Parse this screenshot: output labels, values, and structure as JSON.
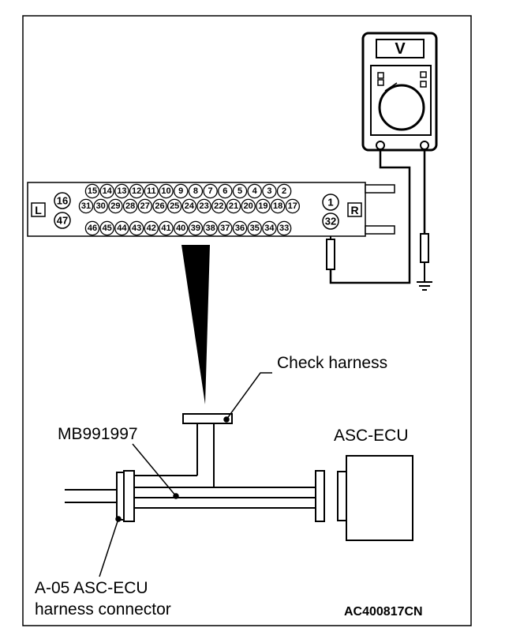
{
  "meter": {
    "display_letter": "V"
  },
  "connector": {
    "left_side_label": "L",
    "right_side_label": "R",
    "left_extra_pins": [
      "16",
      "47"
    ],
    "top_row": [
      "15",
      "14",
      "13",
      "12",
      "11",
      "10",
      "9",
      "8",
      "7",
      "6",
      "5",
      "4",
      "3",
      "2"
    ],
    "middle_row": [
      "31",
      "30",
      "29",
      "28",
      "27",
      "26",
      "25",
      "24",
      "23",
      "22",
      "21",
      "20",
      "19",
      "18",
      "17"
    ],
    "bottom_row": [
      "46",
      "45",
      "44",
      "43",
      "42",
      "41",
      "40",
      "39",
      "38",
      "37",
      "36",
      "35",
      "34",
      "33"
    ],
    "right_pin_top": "1",
    "right_pin_bottom": "32"
  },
  "labels": {
    "check_harness": "Check harness",
    "special_tool": "MB991997",
    "ecu": "ASC-ECU",
    "harness_connector_line1": "A-05 ASC-ECU",
    "harness_connector_line2": "harness connector",
    "figure_code": "AC400817CN"
  }
}
